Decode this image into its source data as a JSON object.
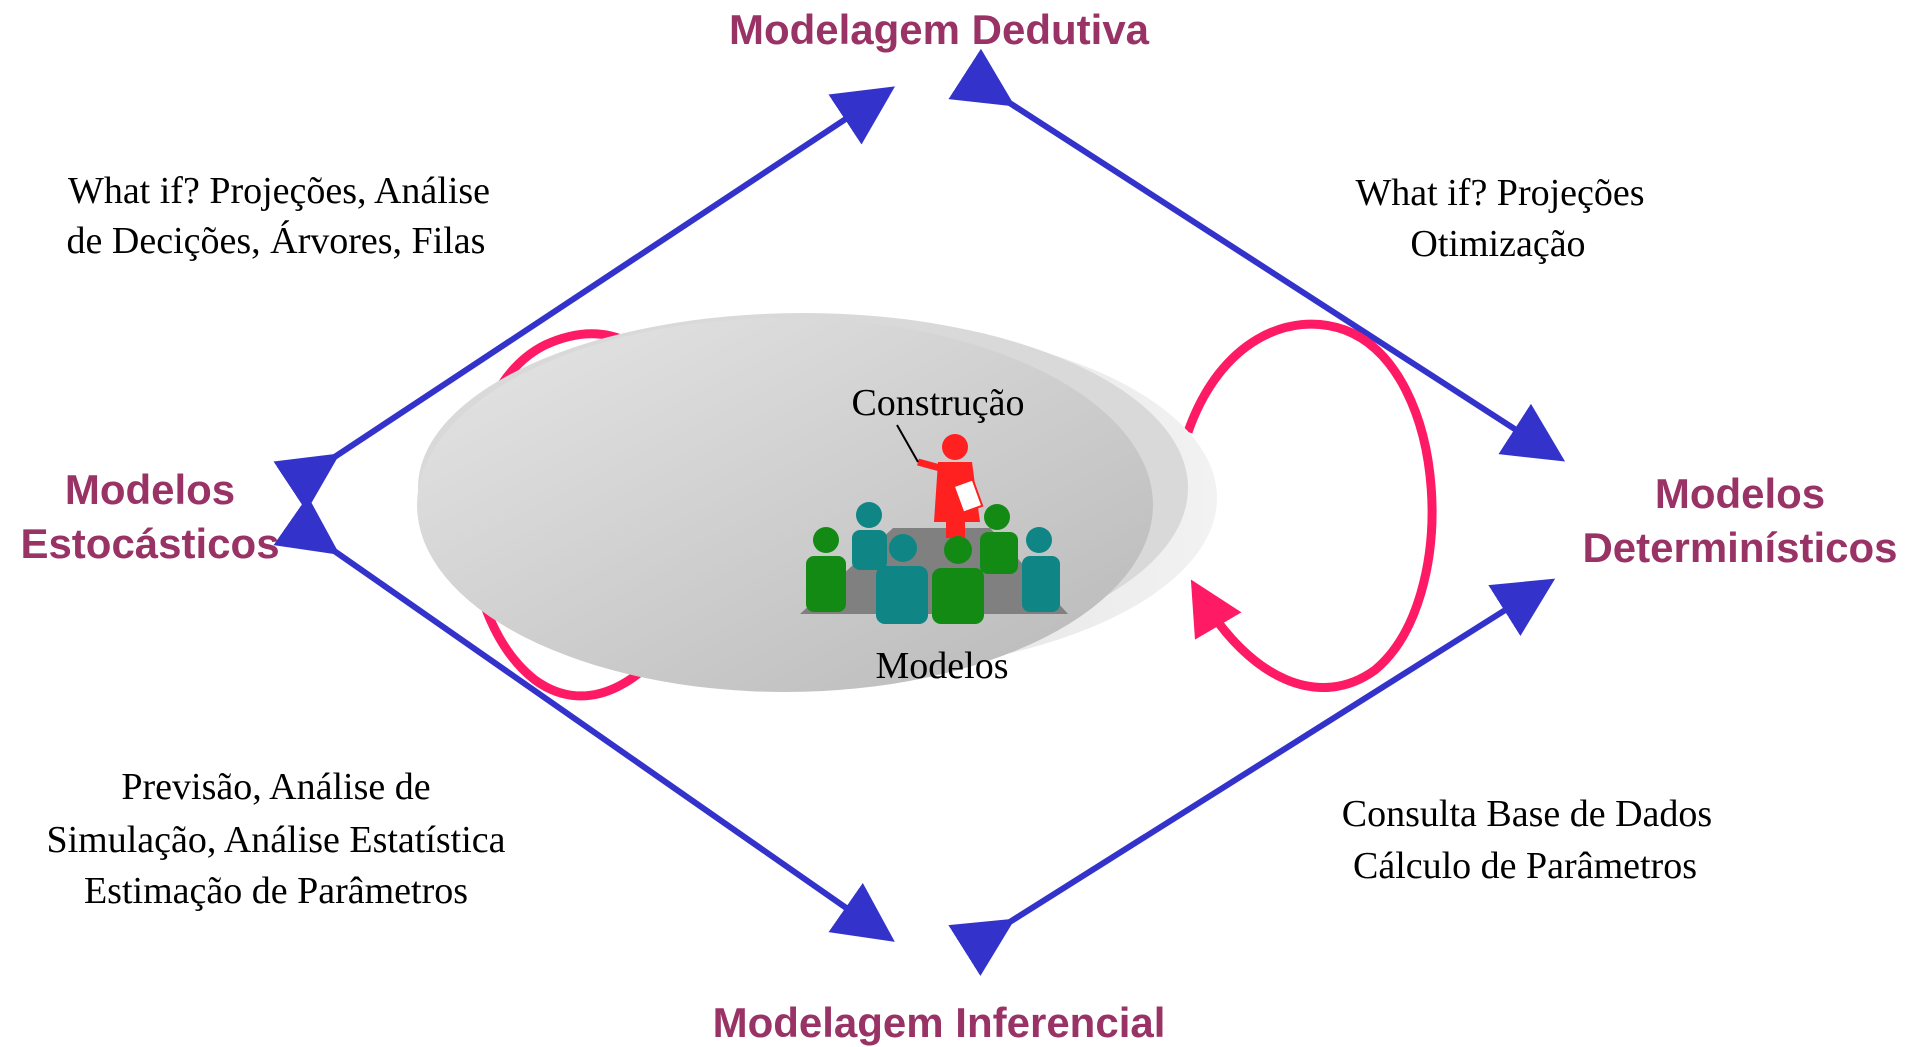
{
  "nodes": {
    "top": "Modelagem Dedutiva",
    "bottom": "Modelagem Inferencial",
    "left_line1": "Modelos",
    "left_line2": "Estocásticos",
    "right_line1": "Modelos",
    "right_line2": "Determinísticos"
  },
  "edges": {
    "top_left": [
      "What if? Projeções, Análise",
      "de Decições, Árvores, Filas"
    ],
    "top_right": [
      "What if? Projeções",
      "Otimização"
    ],
    "bottom_left": [
      "Previsão, Análise de",
      "Simulação, Análise Estatística",
      "Estimação de Parâmetros"
    ],
    "bottom_right": [
      "Consulta Base de Dados",
      "Cálculo de Parâmetros"
    ]
  },
  "center": {
    "top_label": "Construção",
    "bottom_label": "Modelos",
    "icon": "meeting-presenter-icon"
  },
  "colors": {
    "title": "#993366",
    "arrow": "#3333cc",
    "loop": "#ff1a66",
    "disc": "#c8c8c8",
    "presenter": "#ff2020",
    "person_green": "#138a13",
    "person_teal": "#0f8585"
  }
}
